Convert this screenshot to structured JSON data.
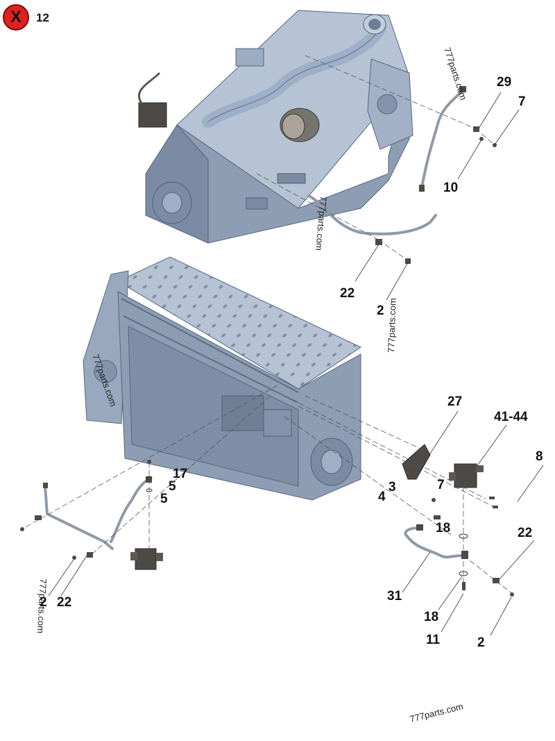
{
  "header": {
    "close_glyph": "X",
    "page_number": "12"
  },
  "callouts": [
    "29",
    "7",
    "10",
    "22",
    "2",
    "27",
    "41-44",
    "8",
    "3",
    "4",
    "7",
    "18",
    "22",
    "31",
    "18",
    "11",
    "2",
    "17",
    "5",
    "5",
    "2",
    "22"
  ],
  "watermarks": [
    "777parts.com",
    "777parts.com",
    "777parts.com",
    "777parts.com",
    "777parts.com",
    "777parts.com"
  ],
  "colors": {
    "engine_light": "#a9b8cc",
    "engine_mid": "#8a9bb3",
    "engine_dark": "#66788f",
    "part_dark": "#4d4a46",
    "tube": "#8f9aa8",
    "badge": "#e02020"
  }
}
